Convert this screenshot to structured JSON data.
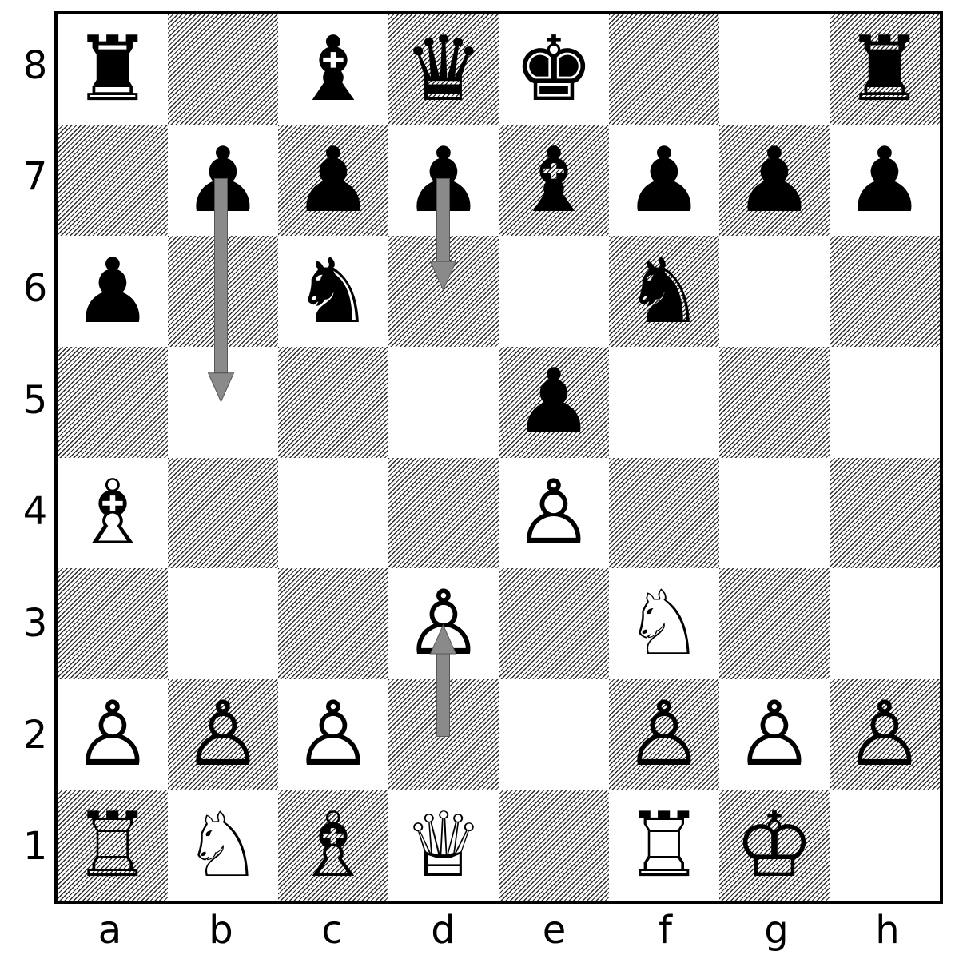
{
  "board": {
    "files": [
      "a",
      "b",
      "c",
      "d",
      "e",
      "f",
      "g",
      "h"
    ],
    "ranks": [
      "8",
      "7",
      "6",
      "5",
      "4",
      "3",
      "2",
      "1"
    ],
    "position": [
      [
        "r",
        "",
        "b",
        "q",
        "k",
        "",
        "",
        "r"
      ],
      [
        "",
        "p",
        "p",
        "p",
        "b",
        "p",
        "p",
        "p"
      ],
      [
        "p",
        "",
        "n",
        "",
        "",
        "n",
        "",
        ""
      ],
      [
        "",
        "",
        "",
        "",
        "p",
        "",
        "",
        ""
      ],
      [
        "B",
        "",
        "",
        "",
        "P",
        "",
        "",
        ""
      ],
      [
        "",
        "",
        "",
        "P",
        "",
        "N",
        "",
        ""
      ],
      [
        "P",
        "P",
        "P",
        "",
        "",
        "P",
        "P",
        "P"
      ],
      [
        "R",
        "N",
        "B",
        "Q",
        "",
        "R",
        "K",
        ""
      ]
    ],
    "arrows": [
      {
        "from": "b7",
        "to": "b5"
      },
      {
        "from": "d7",
        "to": "d6"
      },
      {
        "from": "d2",
        "to": "d3"
      }
    ],
    "arrow_color": "#8a8a8a",
    "dark_square_pattern": "diagonal-hatch"
  }
}
